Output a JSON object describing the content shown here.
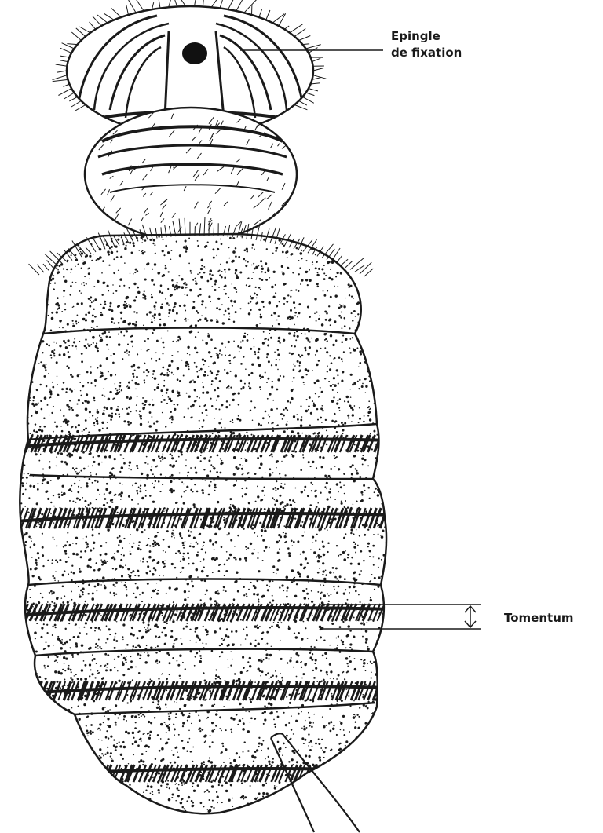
{
  "diagram": {
    "subject": "insect",
    "ink_color": "#1a1a1a",
    "background_color": "#ffffff",
    "labels": {
      "pin": {
        "line1": "Epingle",
        "line2": "de fixation"
      },
      "tomentum": "Tomentum"
    }
  }
}
